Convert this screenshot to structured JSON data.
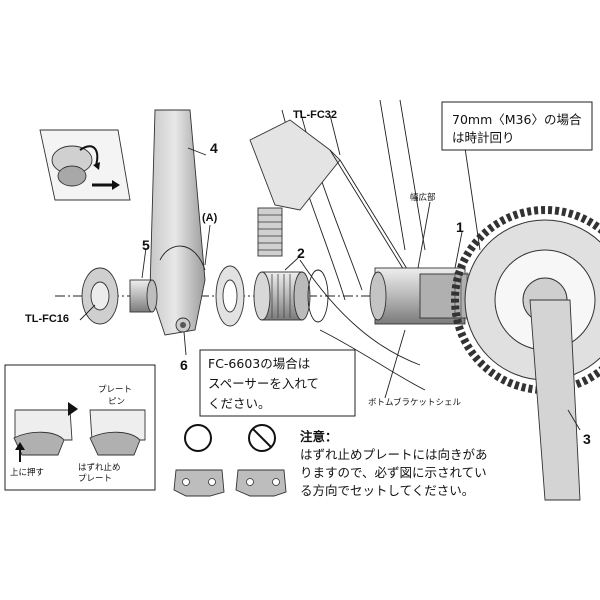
{
  "parts": {
    "n1": "1",
    "n2": "2",
    "n3": "3",
    "n4": "4",
    "n5": "5",
    "n6": "6",
    "a": "(A)"
  },
  "tools": {
    "tlfc32": "TL-FC32",
    "tlfc16": "TL-FC16"
  },
  "labels": {
    "wide_part": "幅広部",
    "bb_shell": "ボトムブラケットシェル",
    "thread_note_1": "70mm〈M36〉の場合",
    "thread_note_2": "は時計回り"
  },
  "spacer_note": {
    "line1": "FC-6603の場合は",
    "line2": "スペーサーを入れて",
    "line3": "ください。"
  },
  "inset": {
    "plate": "プレート",
    "pin": "ピン",
    "push_up": "上に押す",
    "stop_plate_1": "はずれ止め",
    "stop_plate_2": "プレート"
  },
  "caution": {
    "title": "注意：",
    "line1": "はずれ止めプレートには向きがあ",
    "line2": "りますので、必ず図に示されてい",
    "line3": "る方向でセットしてください。"
  },
  "symbols": {
    "ok_icon": "circle-ok-icon",
    "ng_icon": "circle-prohibited-icon"
  },
  "colors": {
    "ink": "#111111",
    "part_fill": "#c9c9c9",
    "part_dark": "#8a8a8a",
    "plate_fill": "#b5b5b5"
  }
}
